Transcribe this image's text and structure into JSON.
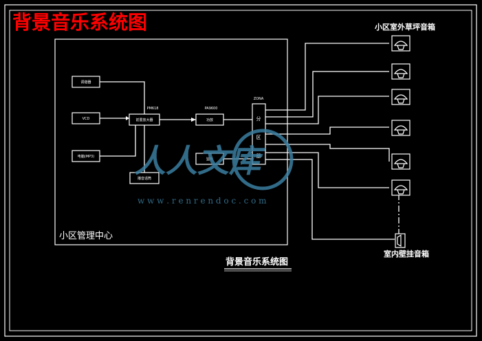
{
  "title": "背景音乐系统图",
  "control_center_label": "小区管理中心",
  "outdoor_speaker_label": "小区室外草坪音箱",
  "indoor_speaker_label": "室内壁挂音箱",
  "caption": "背景音乐系统图",
  "devices": {
    "source1": "调谐器",
    "source2": "VCD",
    "source3": "电脑(MP3)",
    "preamp": "前置放大器",
    "preamp_model": "PM618",
    "priority": "播音话筒",
    "power_amp": "功放",
    "power_amp_model": "PA9600",
    "monitor": "监听",
    "zone_label_top": "分",
    "zone_label_mid": "区",
    "zone_label_bot": "器",
    "zone_model": "ZONA"
  },
  "watermark": {
    "brand": "人人文库",
    "url": "w w w . r e n r e n d o c . c o m"
  },
  "colors": {
    "title": "#ff0000",
    "background": "#000000",
    "lines": "#ffffff",
    "watermark": "#3a7ea0"
  }
}
